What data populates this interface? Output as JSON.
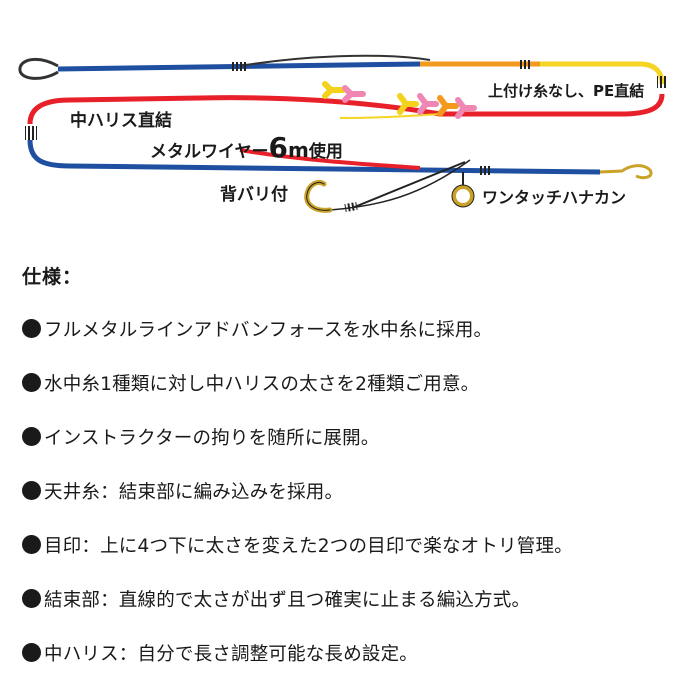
{
  "diagram": {
    "labels": {
      "top_right": "上付け糸なし、PE直結",
      "mid_harisu": "中ハリス直結",
      "wire_prefix": "メタルワイヤー",
      "wire_number": "6",
      "wire_unit": "m",
      "wire_suffix": "使用",
      "sebari": "背バリ付",
      "hanakan": "ワンタッチハナカン"
    },
    "colors": {
      "blue_line": "#1e4fa0",
      "red_line": "#e8202a",
      "orange_line": "#f39a1e",
      "yellow_line": "#f5d423",
      "gold_hook": "#c9a227",
      "marker_yellow": "#f4d21c",
      "marker_pink": "#ef86b4",
      "marker_orange": "#f39a1e"
    }
  },
  "spec": {
    "heading": "仕様：",
    "items": [
      "フルメタルラインアドバンフォースを水中糸に採用。",
      "水中糸1種類に対し中ハリスの太さを2種類ご用意。",
      "インストラクターの拘りを随所に展開。",
      "天井糸：結束部に編み込みを採用。",
      "目印：上に4つ下に太さを変えた2つの目印で楽なオトリ管理。",
      "結束部：直線的で太さが出ず且つ確実に止まる編込方式。",
      "中ハリス：自分で長さ調整可能な長め設定。"
    ]
  }
}
